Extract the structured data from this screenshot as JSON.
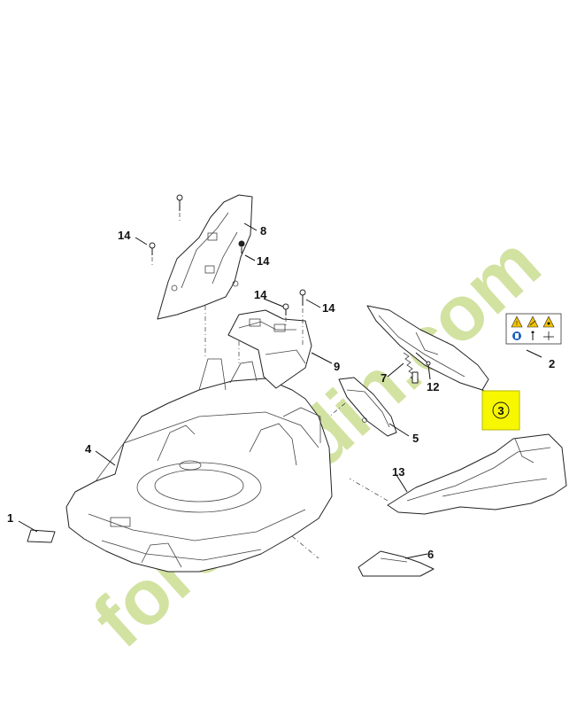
{
  "callouts": [
    {
      "id": "1",
      "label": "1"
    },
    {
      "id": "2",
      "label": "2"
    },
    {
      "id": "3",
      "label": "3"
    },
    {
      "id": "4",
      "label": "4"
    },
    {
      "id": "5",
      "label": "5"
    },
    {
      "id": "6",
      "label": "6"
    },
    {
      "id": "7",
      "label": "7"
    },
    {
      "id": "8",
      "label": "8"
    },
    {
      "id": "9",
      "label": "9"
    },
    {
      "id": "12",
      "label": "12"
    },
    {
      "id": "13",
      "label": "13"
    },
    {
      "id": "14a",
      "label": "14"
    },
    {
      "id": "14b",
      "label": "14"
    },
    {
      "id": "14c",
      "label": "14"
    },
    {
      "id": "14d",
      "label": "14"
    }
  ],
  "watermark": {
    "brand": "foretjardin.com",
    "colors": {
      "primary": "#c8dc8a",
      "accent": "#f5b45a",
      "domain": "#d4cfc2"
    }
  },
  "highlight": {
    "callout": "3",
    "fill_color": "#f7f700"
  },
  "label_2": {
    "icons": [
      "warning-triangle-icon",
      "hand-blade-icon",
      "debris-icon",
      "manual-icon",
      "operator-icon",
      "distance-icon"
    ]
  }
}
